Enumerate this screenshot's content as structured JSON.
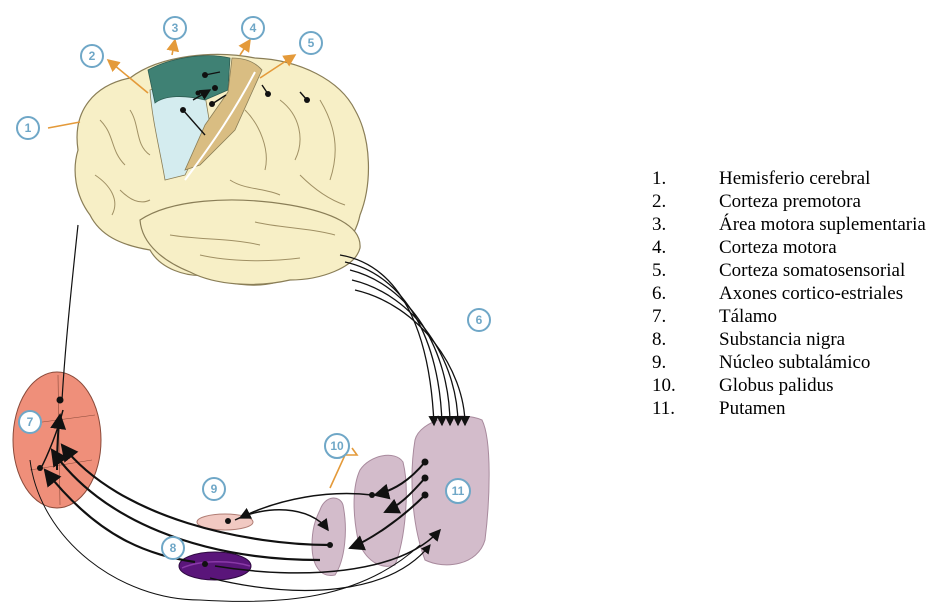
{
  "legend": [
    {
      "num": "1.",
      "text": "Hemisferio cerebral"
    },
    {
      "num": "2.",
      "text": "Corteza premotora"
    },
    {
      "num": "3.",
      "text": "Área motora suplementaria"
    },
    {
      "num": "4.",
      "text": "Corteza motora"
    },
    {
      "num": "5.",
      "text": "Corteza somatosensorial"
    },
    {
      "num": "6.",
      "text": "Axones cortico-estriales"
    },
    {
      "num": "7.",
      "text": "Tálamo"
    },
    {
      "num": "8.",
      "text": "Substancia nigra"
    },
    {
      "num": "9.",
      "text": "Núcleo subtalámico"
    },
    {
      "num": "10.",
      "text": "Globus palidus"
    },
    {
      "num": "11.",
      "text": "Putamen"
    }
  ],
  "badges": [
    "1",
    "2",
    "3",
    "4",
    "5",
    "6",
    "7",
    "8",
    "9",
    "10",
    "11"
  ],
  "colors": {
    "brain": "#f7efc6",
    "brain_outline": "#8a7e57",
    "premotor": "#d4ecef",
    "supplementary_motor": "#3f8174",
    "motor": "#d9bd82",
    "thalamus": "#ef8f7a",
    "putamen": "#d3bccb",
    "globus_pallidus": "#d3bccb",
    "subthalamic": "#f1c9c2",
    "substantia_nigra": "#5a157a",
    "badge_ring": "#6fa7c7",
    "arrow_orange": "#e49a3a"
  }
}
